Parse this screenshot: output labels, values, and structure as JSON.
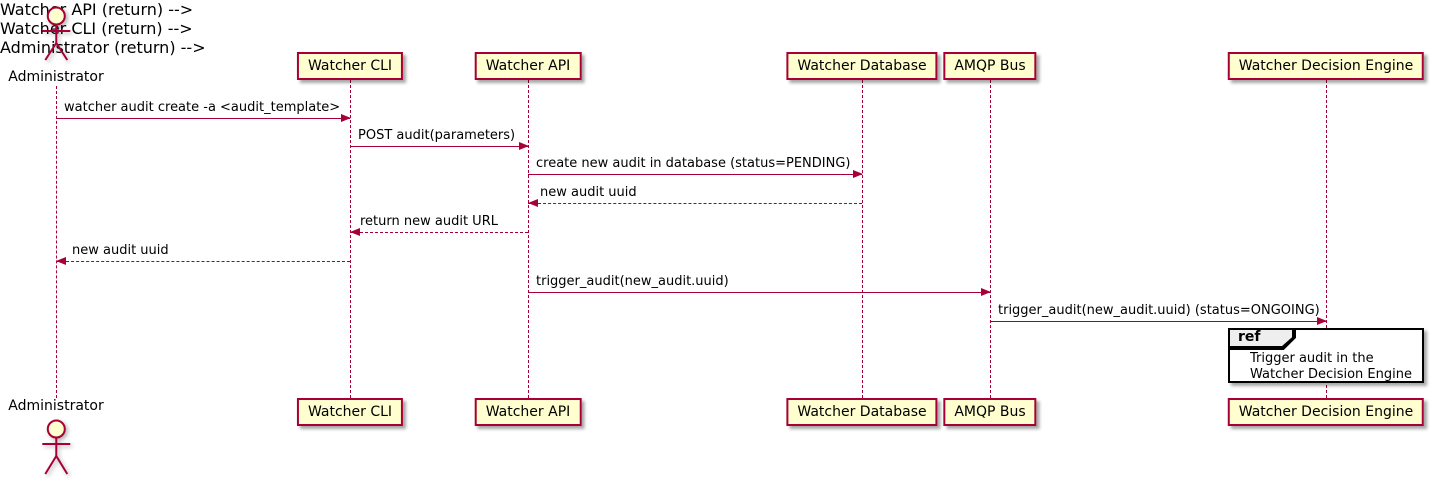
{
  "diagram": {
    "type": "uml-sequence-diagram",
    "colors": {
      "participant_fill": "#FEFECE",
      "line_and_border": "#A80036",
      "text": "#000000",
      "ref_frame_border": "#000000",
      "ref_tab_fill": "#EEEEEE",
      "background": "#FFFFFF"
    }
  },
  "actor": {
    "name": "Administrator"
  },
  "participants": [
    {
      "label": "Watcher CLI"
    },
    {
      "label": "Watcher API"
    },
    {
      "label": "Watcher Database"
    },
    {
      "label": "AMQP Bus"
    },
    {
      "label": "Watcher Decision Engine"
    }
  ],
  "messages": [
    {
      "from": "Administrator",
      "to": "Watcher CLI",
      "style": "solid",
      "label": "watcher audit create -a <audit_template>"
    },
    {
      "from": "Watcher CLI",
      "to": "Watcher API",
      "style": "solid",
      "label": "POST audit(parameters)"
    },
    {
      "from": "Watcher API",
      "to": "Watcher Database",
      "style": "solid",
      "label": "create new audit in database (status=PENDING)"
    },
    {
      "from": "Watcher Database",
      "to": "Watcher API",
      "style": "dashed",
      "label": "new audit uuid"
    },
    {
      "from": "Watcher API",
      "to": "Watcher CLI",
      "style": "dashed",
      "label": "return new audit URL"
    },
    {
      "from": "Watcher CLI",
      "to": "Administrator",
      "style": "dashed",
      "label": "new audit uuid"
    },
    {
      "from": "Watcher API",
      "to": "AMQP Bus",
      "style": "solid",
      "label": "trigger_audit(new_audit.uuid)"
    },
    {
      "from": "AMQP Bus",
      "to": "Watcher Decision Engine",
      "style": "solid",
      "label": "trigger_audit(new_audit.uuid) (status=ONGOING)"
    }
  ],
  "ref": {
    "keyword": "ref",
    "lines": [
      "Trigger audit in the",
      "Watcher Decision Engine"
    ]
  }
}
